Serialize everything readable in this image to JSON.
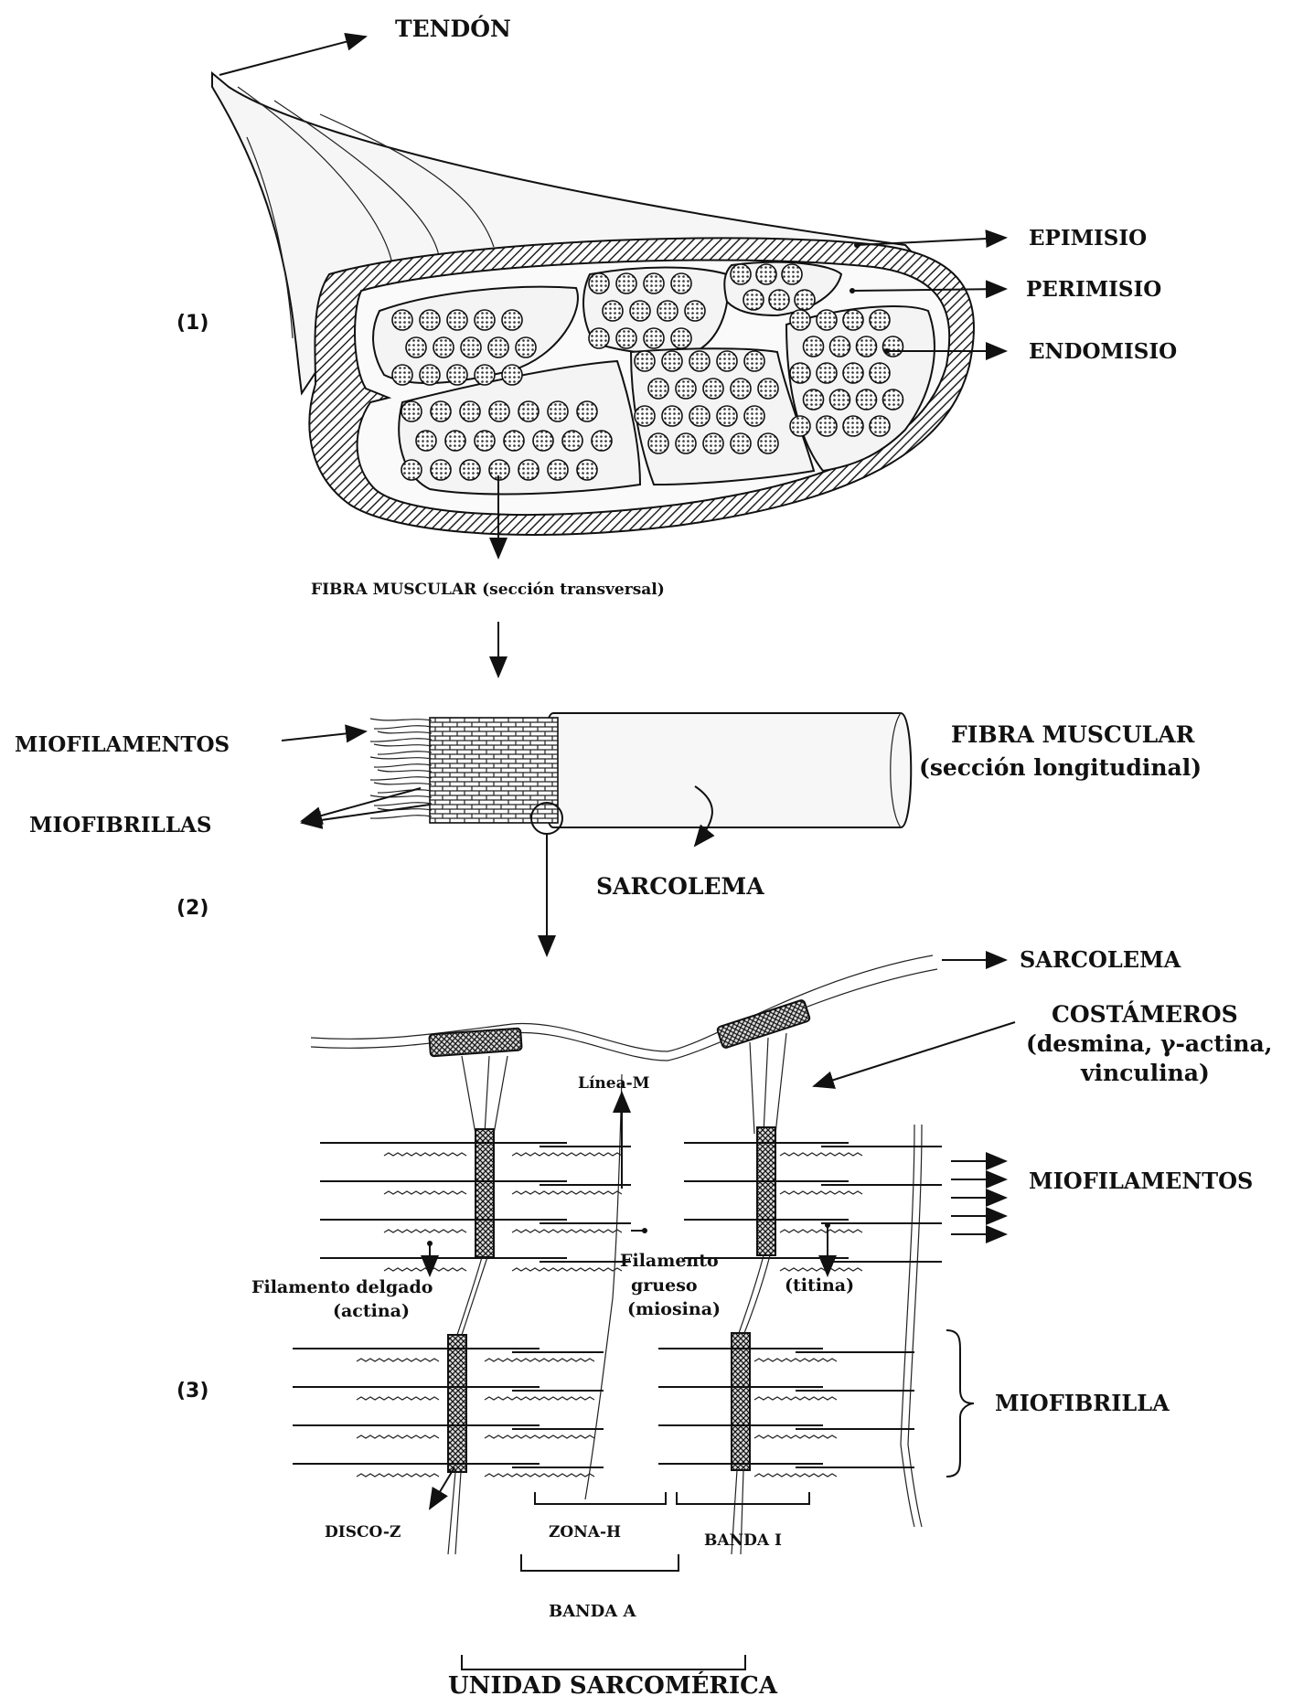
{
  "labels": {
    "tendon": "TENDÓN",
    "epimisio": "EPIMISIO",
    "perimisio": "PERIMISIO",
    "endomisio": "ENDOMISIO",
    "n1": "(1)",
    "fibra_transversal": "FIBRA MUSCULAR (sección transversal)",
    "miofilamentos_top": "MIOFILAMENTOS",
    "miofibrillas": "MIOFIBRILLAS",
    "fibra_long_1": "FIBRA MUSCULAR",
    "fibra_long_2": "(sección longitudinal)",
    "sarcolema_mid": "SARCOLEMA",
    "n2": "(2)",
    "sarcolema_top": "SARCOLEMA",
    "costameros_1": "COSTÁMEROS",
    "costameros_2": "(desmina, γ-actina,",
    "costameros_3": "vinculina)",
    "linea_m": "Línea-M",
    "miofilamentos_right": "MIOFILAMENTOS",
    "fil_delgado_1": "Filamento delgado",
    "fil_delgado_2": "(actina)",
    "fil_grueso_1": "Filamento",
    "fil_grueso_2": "grueso",
    "fil_grueso_3": "(miosina)",
    "titina": "(titina)",
    "n3": "(3)",
    "miofibrilla": "MIOFIBRILLA",
    "disco_z": "DISCO-Z",
    "zona_h": "ZONA-H",
    "banda_i": "BANDA I",
    "banda_a": "BANDA A",
    "unidad": "UNIDAD SARCOMÉRICA"
  }
}
